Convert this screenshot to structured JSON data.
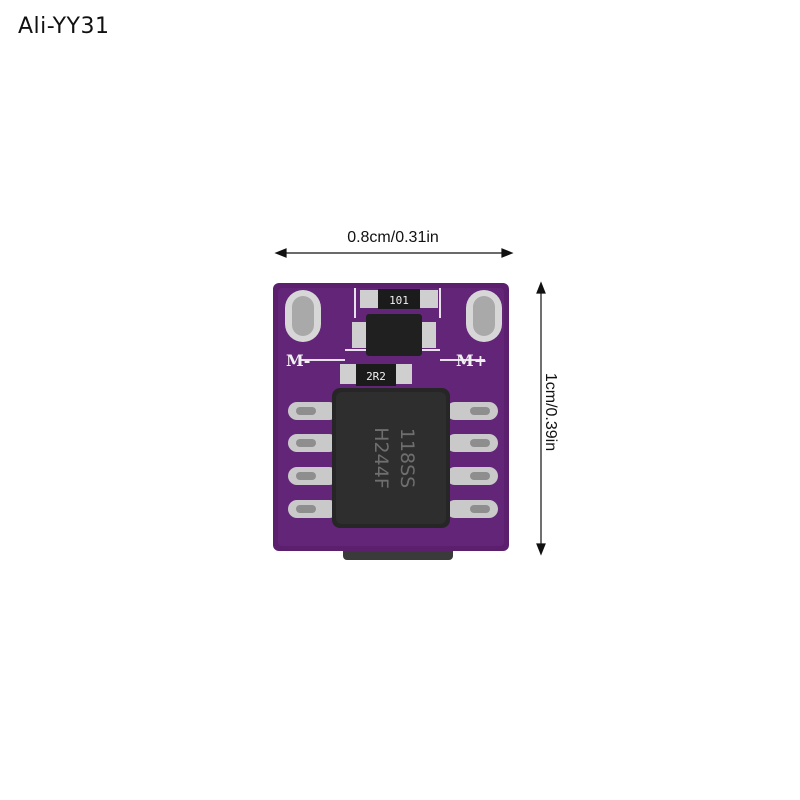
{
  "watermark": "Ali-YY31",
  "dimensions": {
    "width_label": "0.8cm/0.31in",
    "height_label": "1cm/0.39in"
  },
  "board": {
    "resistor_label": "101",
    "inductor_label": "2R2",
    "chip_line1": "118SS",
    "chip_line2": "H244F",
    "pad_left_label": "M-",
    "pad_right_label": "M+"
  },
  "colors": {
    "pcb": "#5b1f6e",
    "chip": "#262626",
    "pins": "#c9c9c9"
  }
}
